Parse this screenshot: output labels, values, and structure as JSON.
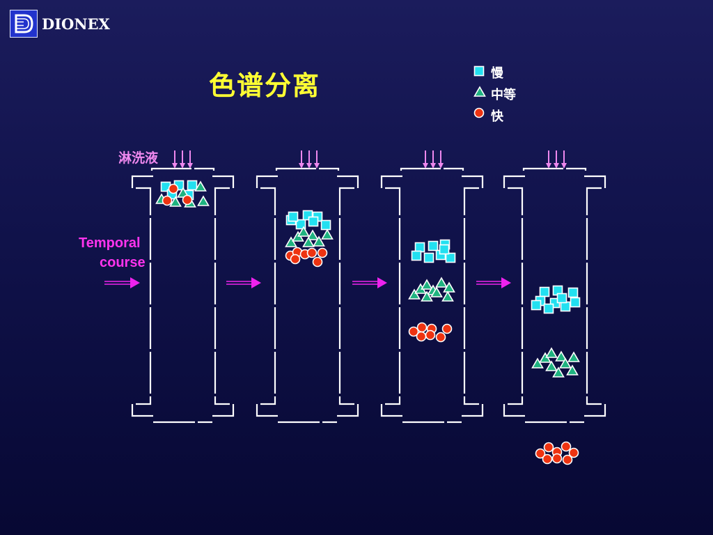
{
  "logo": {
    "text": "DIONEX",
    "icon": "dionex-d-logo-icon"
  },
  "title": "色谱分离",
  "legend": {
    "items": [
      {
        "label": "慢",
        "icon": "cyan-square-icon",
        "color": "#22e0f0"
      },
      {
        "label": "中等",
        "icon": "green-triangle-icon",
        "color": "#1fb380"
      },
      {
        "label": "快",
        "icon": "red-circle-icon",
        "color": "#ee3311"
      }
    ]
  },
  "eluent_label": "淋洗液",
  "temporal": {
    "line1": "Temporal",
    "line2": "course"
  },
  "colors": {
    "background_top": "#1b1c5c",
    "background_bottom": "#070833",
    "column_outline": "#ffffff",
    "eluent_arrow": "#ee88ee",
    "time_arrow": "#ee22ee",
    "title": "#ffff33"
  }
}
